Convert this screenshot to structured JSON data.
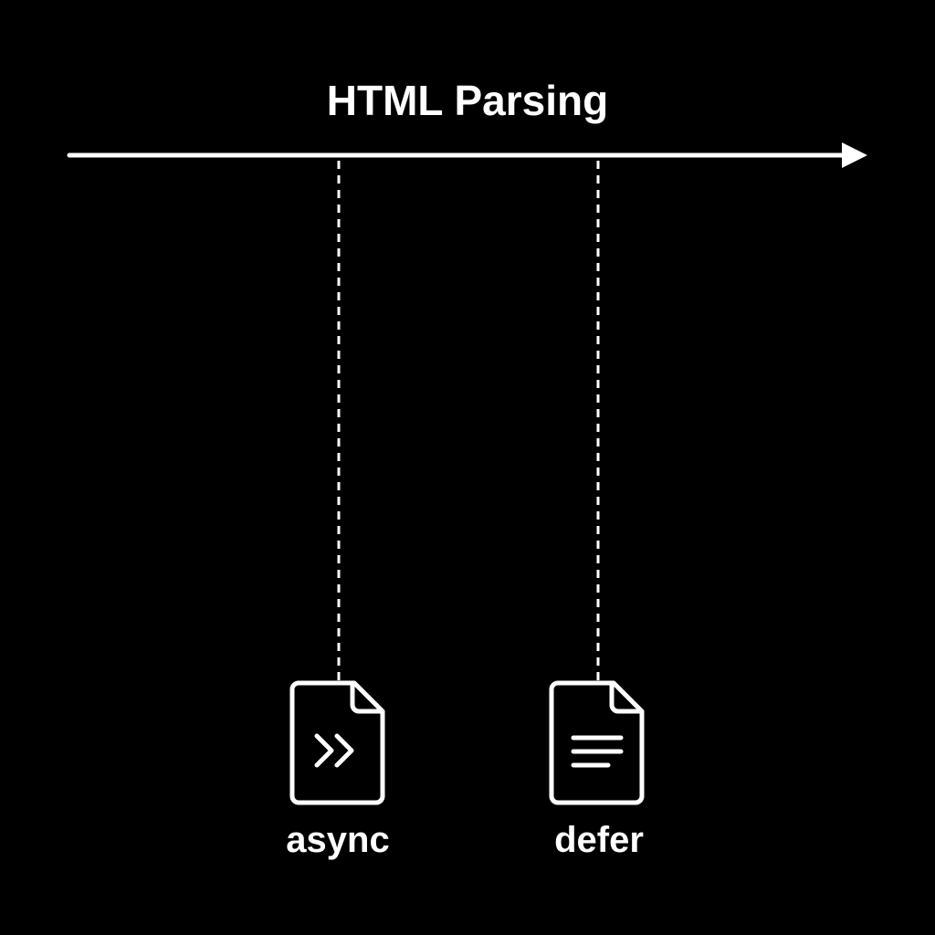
{
  "title": "HTML Parsing",
  "scripts": [
    {
      "label": "async",
      "icon": "file-fast-forward-icon"
    },
    {
      "label": "defer",
      "icon": "file-text-lines-icon"
    }
  ],
  "colors": {
    "background": "#000000",
    "foreground": "#ffffff"
  }
}
